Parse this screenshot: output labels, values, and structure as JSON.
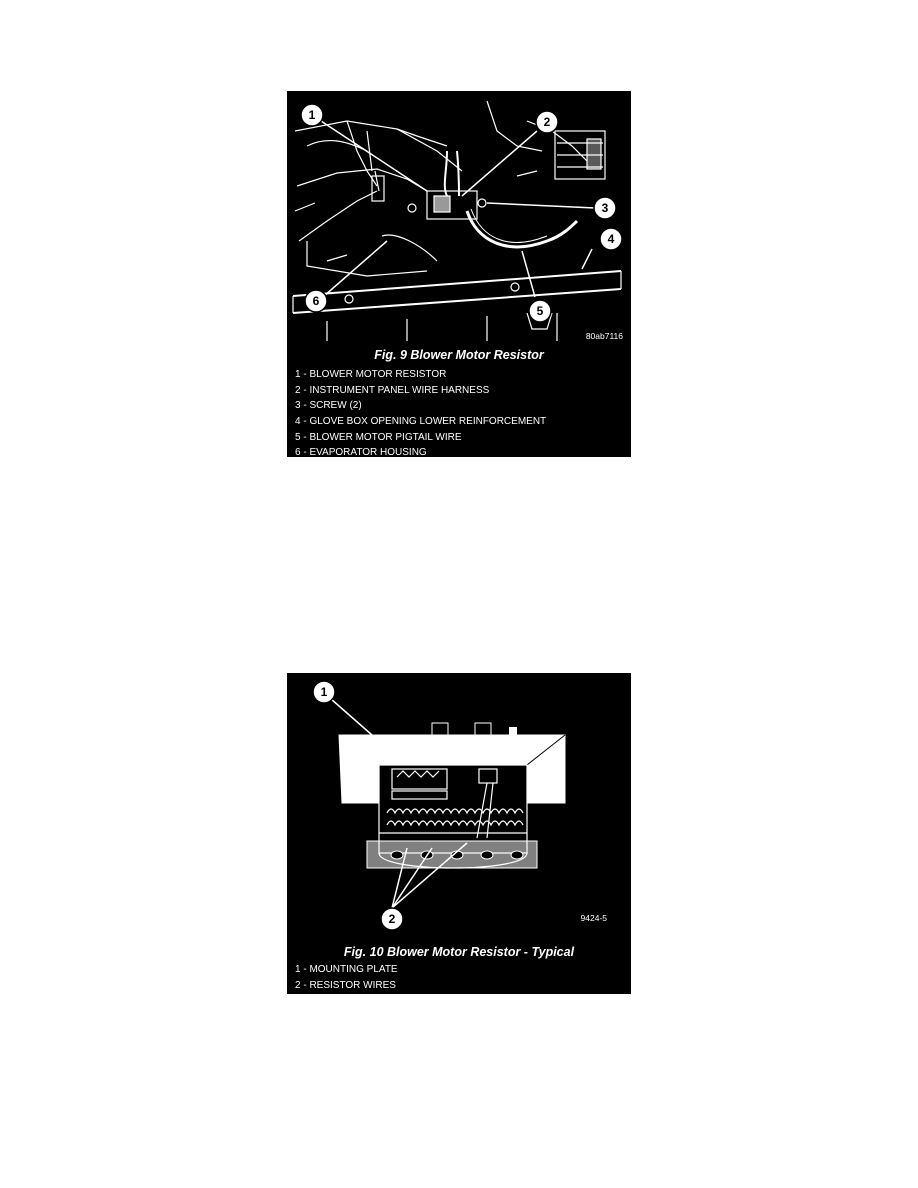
{
  "figures": [
    {
      "caption": "Fig. 9 Blower Motor Resistor",
      "figure_id": "80ab7116",
      "callouts": [
        "1",
        "2",
        "3",
        "4",
        "5",
        "6"
      ],
      "legend": [
        "1 - BLOWER MOTOR RESISTOR",
        "2 - INSTRUMENT PANEL WIRE HARNESS",
        "3 - SCREW (2)",
        "4 - GLOVE BOX OPENING LOWER REINFORCEMENT",
        "5 - BLOWER MOTOR PIGTAIL WIRE",
        "6 - EVAPORATOR HOUSING"
      ]
    },
    {
      "caption": "Fig. 10 Blower Motor Resistor - Typical",
      "figure_id": "9424-5",
      "callouts": [
        "1",
        "2"
      ],
      "legend": [
        "1 - MOUNTING PLATE",
        "2 - RESISTOR WIRES"
      ]
    }
  ]
}
